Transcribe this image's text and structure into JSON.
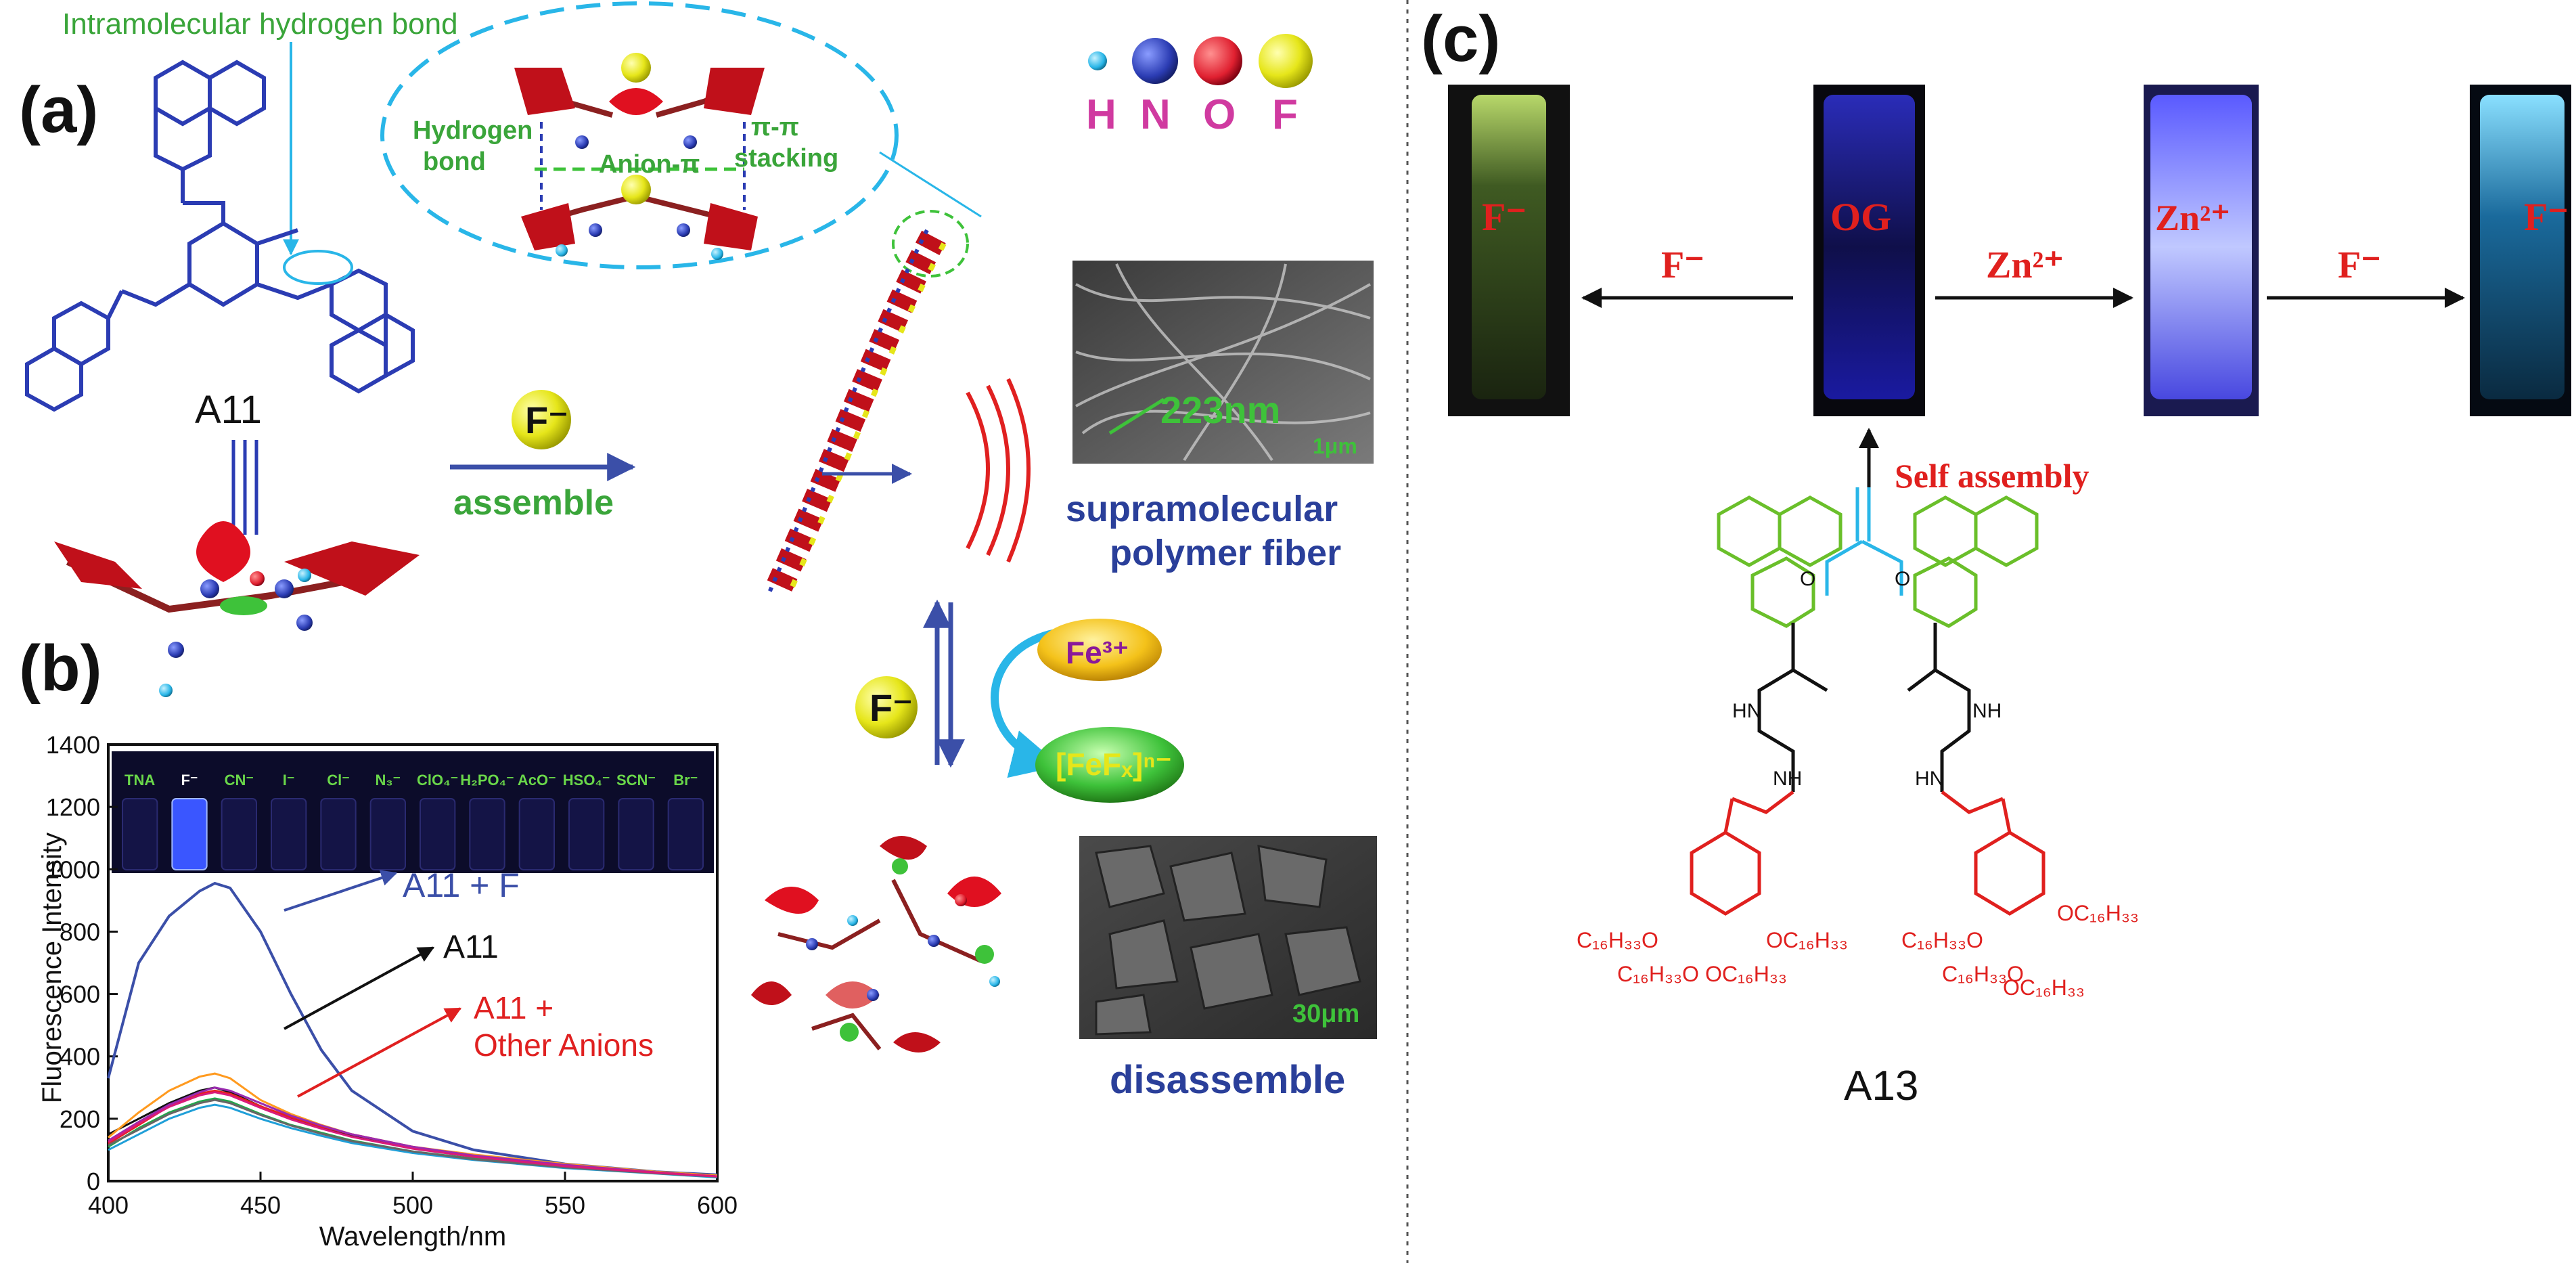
{
  "colors": {
    "molecule_blue": "#2b3cb3",
    "green_text": "#3aa53a",
    "blue_text": "#2a3f9a",
    "red_text": "#e02020",
    "h_atom": "#29b6e8",
    "n_atom": "#2b3cb3",
    "o_atom": "#e02030",
    "f_atom": "#e6e61a",
    "atom_letters": "#d03aa0"
  },
  "panel_a": {
    "label": "(a)",
    "callout": "Intramolecular hydrogen bond",
    "compound": "A11",
    "hydrogen_bond": "Hydrogen bond",
    "anion_pi": "Anion-π",
    "pi_pi_stacking": "π-π stacking",
    "legend_atoms": [
      "H",
      "N",
      "O",
      "F"
    ],
    "f_ion": "F⁻",
    "assemble": "assemble",
    "scale_223": "223nm",
    "scale_1um": "1μm",
    "fiber_label_1": "supramolecular",
    "fiber_label_2": "polymer fiber",
    "fe3": "Fe³⁺",
    "fefx": "[FeFₓ]ⁿ⁻",
    "scale_30um": "30μm",
    "disassemble": "disassemble",
    "icon_name": "atom-sphere-icon"
  },
  "panel_b": {
    "label": "(b)",
    "vial_labels": [
      "TNA",
      "F⁻",
      "CN⁻",
      "I⁻",
      "Cl⁻",
      "N₃⁻",
      "ClO₄⁻",
      "H₂PO₄⁻",
      "AcO⁻",
      "HSO₄⁻",
      "SCN⁻",
      "Br⁻"
    ],
    "anno_a11f": "A11 + F",
    "anno_a11": "A11",
    "anno_other_1": "A11 +",
    "anno_other_2": "Other Anions"
  },
  "chart_data": {
    "type": "line",
    "xlabel": "Wavelength/nm",
    "ylabel": "Fluorescence Intensity",
    "xlim": [
      400,
      600
    ],
    "ylim": [
      0,
      1400
    ],
    "xticks": [
      400,
      450,
      500,
      550,
      600
    ],
    "yticks": [
      0,
      200,
      400,
      600,
      800,
      1000,
      1200,
      1400
    ],
    "x": [
      400,
      410,
      420,
      430,
      435,
      440,
      450,
      460,
      470,
      480,
      500,
      520,
      550,
      580,
      600
    ],
    "series": [
      {
        "name": "A11 + F",
        "color": "#3b4fa8",
        "values": [
          330,
          700,
          850,
          930,
          955,
          940,
          800,
          600,
          420,
          290,
          160,
          100,
          55,
          30,
          20
        ]
      },
      {
        "name": "A11",
        "color": "#111111",
        "values": [
          150,
          200,
          250,
          290,
          300,
          285,
          240,
          200,
          170,
          145,
          105,
          80,
          50,
          28,
          15
        ]
      },
      {
        "color": "#ff9a1f",
        "values": [
          140,
          220,
          290,
          335,
          345,
          330,
          260,
          215,
          180,
          150,
          110,
          85,
          55,
          30,
          18
        ]
      },
      {
        "color": "#e82020",
        "values": [
          120,
          180,
          240,
          280,
          290,
          280,
          240,
          205,
          175,
          150,
          110,
          80,
          50,
          28,
          15
        ]
      },
      {
        "color": "#22a84a",
        "values": [
          110,
          170,
          220,
          255,
          265,
          255,
          215,
          180,
          155,
          130,
          95,
          72,
          45,
          25,
          14
        ]
      },
      {
        "color": "#9a2ab0",
        "values": [
          130,
          190,
          245,
          285,
          300,
          290,
          250,
          210,
          178,
          150,
          110,
          82,
          52,
          28,
          15
        ]
      },
      {
        "color": "#1f9fd8",
        "values": [
          100,
          150,
          200,
          235,
          245,
          235,
          200,
          170,
          145,
          122,
          90,
          68,
          42,
          24,
          12
        ]
      },
      {
        "color": "#666666",
        "values": [
          115,
          165,
          215,
          250,
          260,
          250,
          212,
          178,
          152,
          128,
          95,
          70,
          44,
          25,
          14
        ]
      },
      {
        "color": "#d81b7a",
        "values": [
          125,
          185,
          238,
          275,
          285,
          275,
          235,
          198,
          168,
          142,
          104,
          78,
          48,
          27,
          15
        ]
      }
    ]
  },
  "panel_c": {
    "label": "(c)",
    "vials": [
      {
        "label": "F⁻"
      },
      {
        "label": "OG"
      },
      {
        "label": "Zn²⁺"
      },
      {
        "label": "F⁻"
      }
    ],
    "arrow_f1": "F⁻",
    "arrow_zn": "Zn²⁺",
    "arrow_f2": "F⁻",
    "self_assembly": "Self assembly",
    "compound": "A13",
    "atoms": {
      "o": "O",
      "hn": "HN",
      "nh": "NH",
      "c16": "C₁₆H₃₃O",
      "oc16": "OC₁₆H₃₃"
    }
  }
}
